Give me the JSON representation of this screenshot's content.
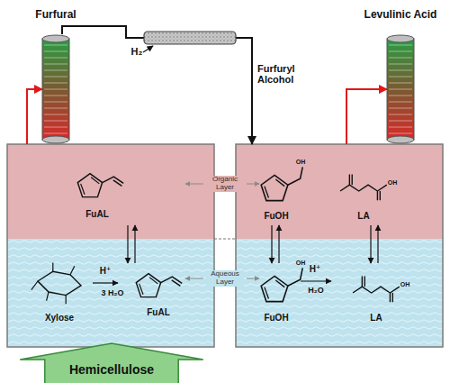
{
  "diagram": {
    "nodes": [
      {
        "text": [
          "Furfural"
        ]
      },
      {
        "text": [
          "Levulinic Acid"
        ]
      },
      {
        "text": [
          "FuAL"
        ]
      },
      {
        "text": [
          "Xylose",
          "H⁺",
          "3 H₂O",
          "FuAL"
        ]
      },
      {
        "text": [
          "FuOH",
          "LA"
        ]
      },
      {
        "text": [
          "FuOH",
          "H⁺",
          "H₂O",
          "LA"
        ]
      },
      {
        "text": [
          "Hemicellulose"
        ]
      }
    ],
    "edges": [
      {
        "from": 2,
        "to": 0,
        "arrow": "to"
      },
      {
        "from": 4,
        "to": 1,
        "arrow": "to"
      },
      {
        "from": 0,
        "to": 4,
        "label": "Furfuryl Alcohol",
        "arrow": "to"
      }
    ],
    "labels": [
      "H₂",
      "Organic Layer",
      "Aqueous Layer",
      "OH",
      "OH",
      "OH",
      "OH"
    ]
  }
}
